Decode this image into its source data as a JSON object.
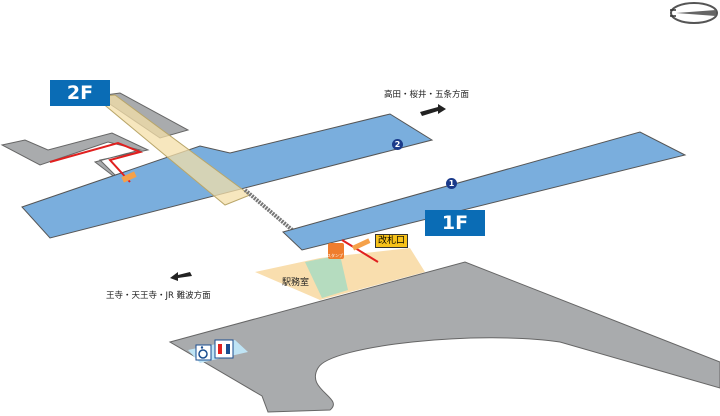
{
  "floors": {
    "upper": "2F",
    "lower": "1F"
  },
  "directions": {
    "upper": "高田・桜井・五条方面",
    "lower": "王寺・天王寺・JR 難波方面"
  },
  "platforms": {
    "one": "1",
    "two": "2"
  },
  "rooms": {
    "office": "駅務室",
    "gate": "改札口",
    "stamp": "スタンプ"
  },
  "icons": [
    "compass-north-icon",
    "wheelchair-icon",
    "restroom-icon",
    "stamp-icon",
    "arrow-right-icon",
    "arrow-left-icon"
  ],
  "colors": {
    "platform": "#7aaedd",
    "concourse": "#a9abad",
    "office": "#f9deae",
    "green": "#b5dcbf",
    "floor_label": "#0a6cb5",
    "route": "#e0201f",
    "gate": "#f7c21a"
  }
}
